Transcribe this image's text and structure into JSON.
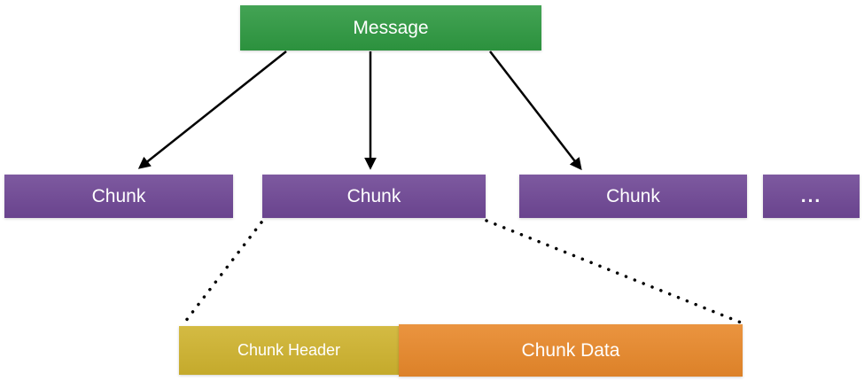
{
  "diagram": {
    "message_box": {
      "label": "Message"
    },
    "chunk_boxes": [
      {
        "label": "Chunk"
      },
      {
        "label": "Chunk"
      },
      {
        "label": "Chunk"
      },
      {
        "label": "..."
      }
    ],
    "detail_boxes": {
      "header": {
        "label": "Chunk Header"
      },
      "data": {
        "label": "Chunk Data"
      }
    },
    "colors": {
      "message": "#2E9941",
      "chunk": "#6F4795",
      "chunk_header": "#CFB32E",
      "chunk_data": "#E8882A",
      "arrow": "#000000",
      "text": "#FFFFFF"
    }
  }
}
